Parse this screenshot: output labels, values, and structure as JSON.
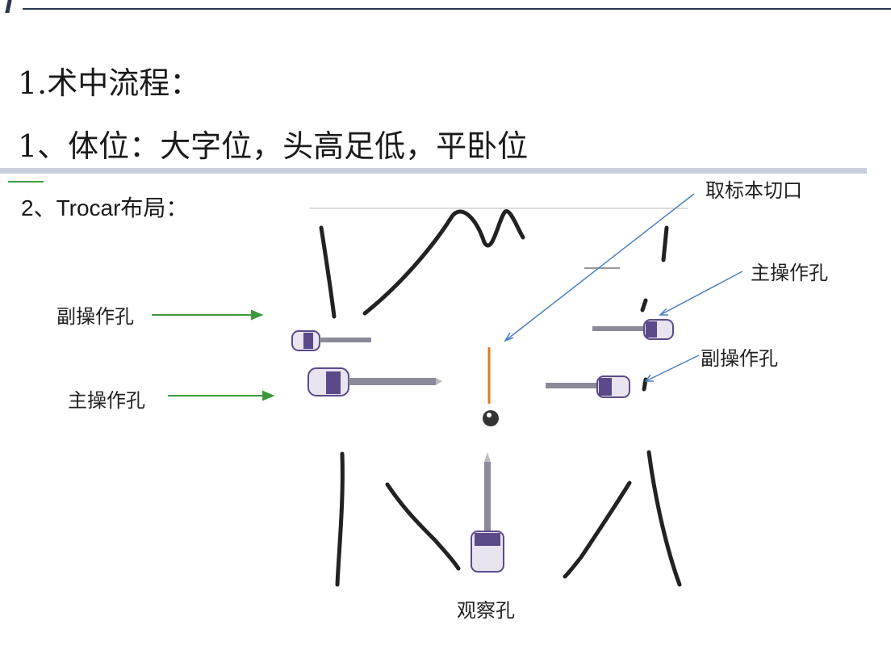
{
  "header": {
    "title": "1.术中流程：",
    "position_line": "1、体位：大字位，头高足低，平卧位"
  },
  "trocar_section": {
    "title": "2、Trocar布局："
  },
  "labels": {
    "specimen_incision": "取标本切口",
    "main_port_right": "主操作孔",
    "secondary_port_left": "副操作孔",
    "secondary_port_right": "副操作孔",
    "main_port_left": "主操作孔",
    "observation_port": "观察孔"
  },
  "colors": {
    "rule": "#2a3550",
    "divider": "#c7cfdf",
    "green_arrow": "#3c9a3c",
    "blue_arrow": "#4a7fbf",
    "incision": "#e07a1f",
    "trocar_body": "#5b4a8a"
  }
}
